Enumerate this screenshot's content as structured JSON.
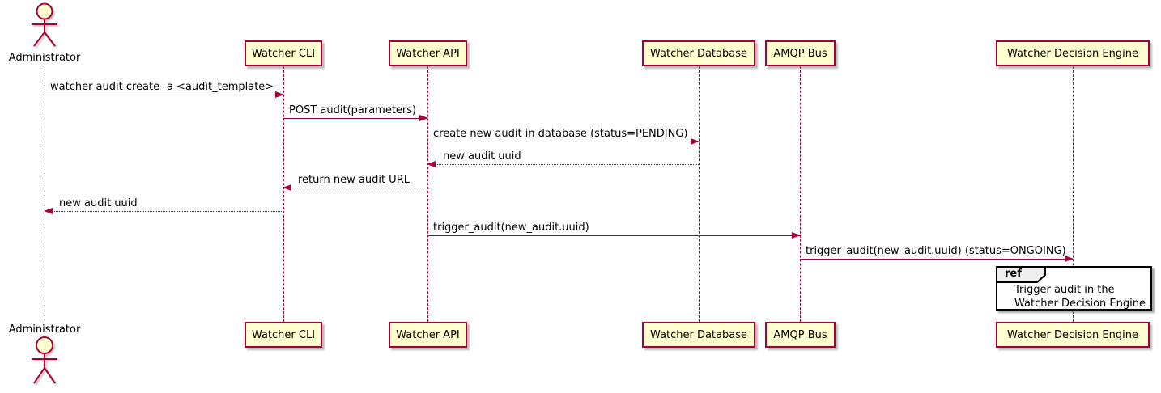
{
  "actor": {
    "top_label": "Administrator",
    "bottom_label": "Administrator"
  },
  "participants": [
    {
      "label": "Watcher CLI"
    },
    {
      "label": "Watcher API"
    },
    {
      "label": "Watcher Database"
    },
    {
      "label": "AMQP Bus"
    },
    {
      "label": "Watcher Decision Engine"
    }
  ],
  "messages": [
    {
      "label": "watcher audit create -a <audit_template>",
      "from": "Administrator",
      "to": "Watcher CLI",
      "line": "solid"
    },
    {
      "label": "POST audit(parameters)",
      "from": "Watcher CLI",
      "to": "Watcher API",
      "line": "solid"
    },
    {
      "label": "create new audit in database (status=PENDING)",
      "from": "Watcher API",
      "to": "Watcher Database",
      "line": "solid"
    },
    {
      "label": "new audit uuid",
      "from": "Watcher Database",
      "to": "Watcher API",
      "line": "dashed"
    },
    {
      "label": "return new audit URL",
      "from": "Watcher API",
      "to": "Watcher CLI",
      "line": "dashed"
    },
    {
      "label": "new audit uuid",
      "from": "Watcher CLI",
      "to": "Administrator",
      "line": "dashed"
    },
    {
      "label": "trigger_audit(new_audit.uuid)",
      "from": "Watcher API",
      "to": "AMQP Bus",
      "line": "solid"
    },
    {
      "label": "trigger_audit(new_audit.uuid) (status=ONGOING)",
      "from": "AMQP Bus",
      "to": "Watcher Decision Engine",
      "line": "solid"
    }
  ],
  "ref": {
    "keyword": "ref",
    "line1": "Trigger audit in the",
    "line2": "Watcher Decision Engine"
  },
  "colors": {
    "participant_fill": "#FEFECE",
    "stroke": "#A80036",
    "text": "#000000",
    "ref_border": "#000000",
    "ref_header_fill": "#EEEEEE",
    "background": "#FFFFFF"
  }
}
